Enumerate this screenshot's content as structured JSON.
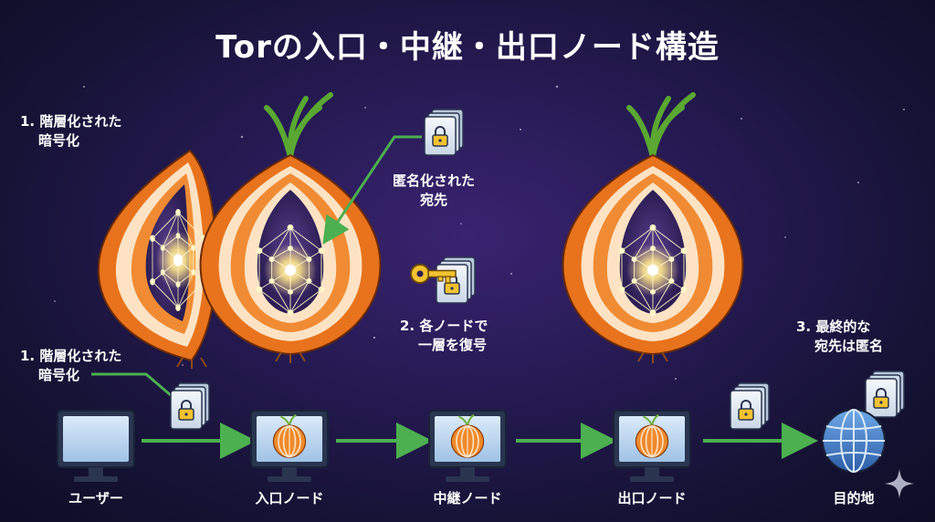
{
  "title": "Torの入口・中継・出口ノード構造",
  "annotations": {
    "layered_encryption_top": [
      "1. 階層化された",
      "暗号化"
    ],
    "anonymized_destination": [
      "匿名化された",
      "宛先"
    ],
    "decrypt_layer": [
      "2. 各ノードで",
      "一層を復号"
    ],
    "final_destination": [
      "3. 最終的な",
      "宛先は匿名"
    ],
    "layered_encryption_bottom": [
      "1. 階層化された",
      "暗号化"
    ]
  },
  "flow": {
    "nodes": [
      {
        "label": "ユーザー",
        "icon": "monitor-icon"
      },
      {
        "label": "入口ノード",
        "icon": "monitor-onion-icon"
      },
      {
        "label": "中継ノード",
        "icon": "monitor-onion-icon"
      },
      {
        "label": "出口ノード",
        "icon": "monitor-onion-icon"
      },
      {
        "label": "目的地",
        "icon": "globe-icon"
      }
    ]
  },
  "colors": {
    "arrow": "#4caf50",
    "onion_outer": "#e8731c",
    "onion_inner": "#fde3c4",
    "glow": "#fff3b0",
    "document": "#dfe8f3"
  }
}
